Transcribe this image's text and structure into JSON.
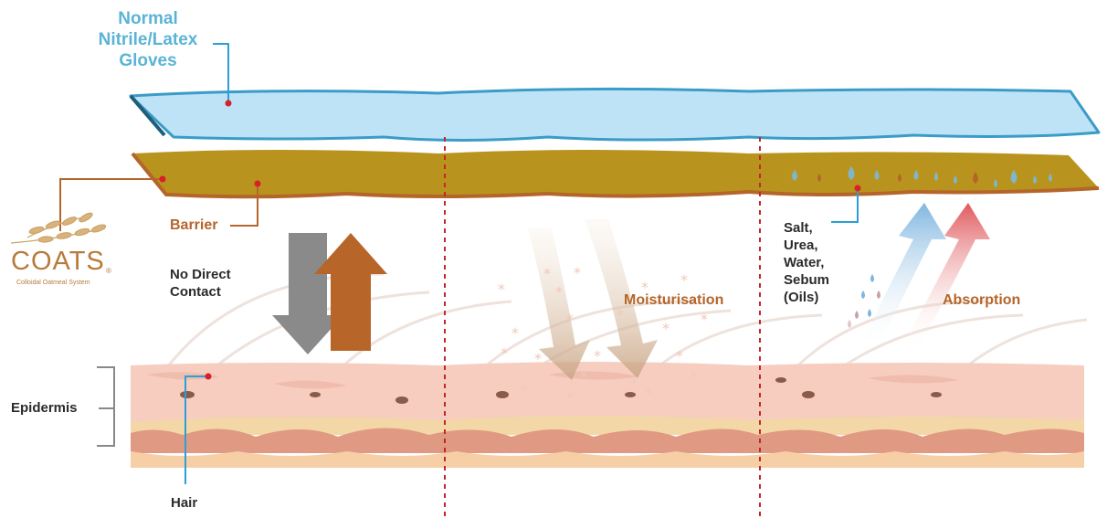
{
  "labels": {
    "gloves": [
      "Normal",
      "Nitrile/Latex",
      "Gloves"
    ],
    "barrier": "Barrier",
    "no_contact": [
      "No Direct",
      "Contact"
    ],
    "moisturisation": "Moisturisation",
    "absorption": "Absorption",
    "substances": [
      "Salt,",
      "Urea,",
      "Water,",
      "Sebum",
      "(Oils)"
    ],
    "epidermis": "Epidermis",
    "hair": "Hair"
  },
  "logo": {
    "name": "COATS",
    "registered": "®",
    "tagline": "Colloidal Oatmeal System"
  },
  "colors": {
    "glove": "#bfe3f6",
    "glove_edge": "#3a9cc7",
    "barrier": "#b8941f",
    "barrier_edge": "#b5652a",
    "skin": "#f6cdbf",
    "dermis": "#e09a84",
    "divider": "#c0272d",
    "leader_blue": "#2a9fd8",
    "leader_brown": "#b5652a",
    "arrow_grey": "#8a8a8a",
    "arrow_brown": "#b8652a"
  }
}
